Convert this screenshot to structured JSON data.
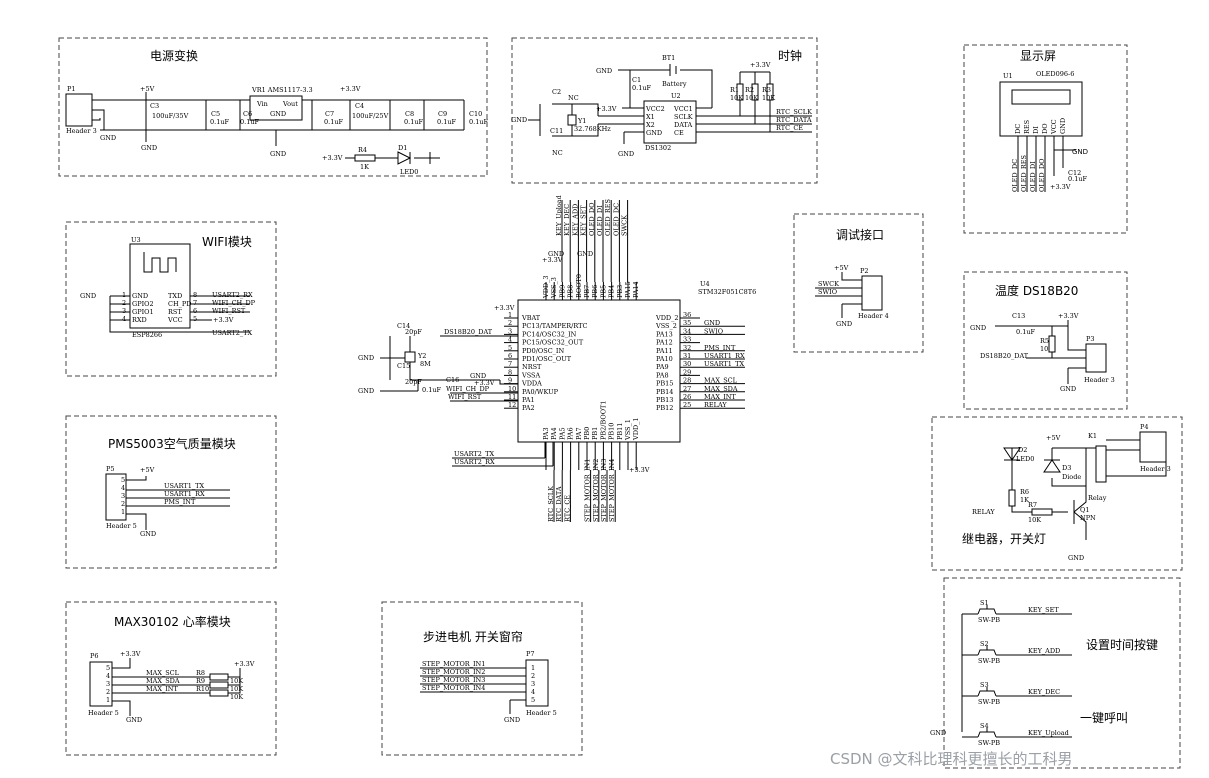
{
  "watermark": "CSDN @文科比理科更擅长的工科男",
  "sections": {
    "power": "电源变换",
    "clock": "时钟",
    "display": "显示屏",
    "wifi": "WIFI模块",
    "debug": "调试接口",
    "temp": "温度 DS18B20",
    "air": "PMS5003空气质量模块",
    "relay": "继电器，开关灯",
    "heart": "MAX30102 心率模块",
    "motor": "步进电机 开关窗帘",
    "keys_set": "设置时间按键",
    "keys_call": "一键呼叫"
  },
  "power": {
    "p1": "P1",
    "p1_type": "Header 3",
    "vr": "VR1  AMS1117-3.3",
    "vin": "Vin",
    "vout": "Vout",
    "gnd": "GND",
    "p5v": "+5V",
    "p33": "+3.3V",
    "c3": "C3",
    "c3v": "100uF/35V",
    "c5": "C5",
    "c6": "C6",
    "c7": "C7",
    "c4": "C4",
    "c4v": "100uF/25V",
    "c8": "C8",
    "c9": "C9",
    "c10": "C10",
    "cap": "0.1uF",
    "r4": "R4",
    "r4v": "1K",
    "d1": "D1",
    "led": "LED0"
  },
  "clock": {
    "bt": "BT1",
    "battery": "Battery",
    "c1": "C1",
    "c1v": "0.1uF",
    "u2": "U2",
    "chip": "DS1302",
    "p33": "+3.3V",
    "gnd": "GND",
    "c2": "C2",
    "c11": "C11",
    "nc": "NC",
    "y1": "Y1",
    "xtal": "32.768KHz",
    "vcc2": "VCC2",
    "x1": "X1",
    "x2": "X2",
    "gndp": "GND",
    "vcc1": "VCC1",
    "sclk": "SCLK",
    "data": "DATA",
    "ce": "CE",
    "r1": "R1",
    "r2": "R2",
    "r3": "R3",
    "rv": "10K",
    "rtc_sclk": "RTC_SCLK",
    "rtc_data": "RTC_DATA",
    "rtc_ce": "RTC_CE"
  },
  "display": {
    "u1": "U1",
    "model": "OLED096-6",
    "pins": [
      "DC",
      "RES",
      "DI",
      "DO",
      "VCC",
      "GND"
    ],
    "nets": [
      "OLED_DC",
      "OLED_RES",
      "OLED_DI",
      "OLED_DO"
    ],
    "c12": "C12",
    "c12v": "0.1uF",
    "gnd": "GND",
    "p33": "+3.3V"
  },
  "wifi": {
    "u3": "U3",
    "chip": "ESP8266",
    "gnd": "GND",
    "p33": "+3.3V",
    "left": [
      "GND",
      "GPIO2",
      "GPIO1",
      "RXD"
    ],
    "right": [
      "TXD",
      "CH_PD",
      "RST",
      "VCC"
    ],
    "nets": [
      "USART2_RX",
      "WIFI_CH_DP",
      "WIFI_RST"
    ],
    "usart2_tx": "USART2_TX"
  },
  "mcu": {
    "u4": "U4",
    "model": "STM32F051C8T6",
    "gnd": "GND",
    "p33": "+3.3V",
    "left_pins": [
      "VBAT",
      "PC13/TAMPER/RTC",
      "PC14/OSC32_IN",
      "PC15/OSC32_OUT",
      "PD0/OSC_IN",
      "PD1/OSC_OUT",
      "NRST",
      "VSSA",
      "VDDA",
      "PA0/WKUP",
      "PA1",
      "PA2"
    ],
    "right_pins": [
      "VDD_2",
      "VSS_2",
      "PA13",
      "PA12",
      "PA11",
      "PA10",
      "PA9",
      "PA8",
      "PB15",
      "PB14",
      "PB13",
      "PB12"
    ],
    "right_nums": [
      "36",
      "35",
      "34",
      "33",
      "32",
      "31",
      "30",
      "29",
      "28",
      "27",
      "26",
      "25"
    ],
    "right_nets": [
      "",
      "GND",
      "SWIO",
      "",
      "PMS_INT",
      "USART1_RX",
      "USART1_TX",
      "",
      "MAX_SCL",
      "MAX_SDA",
      "MAX_INT",
      "RELAY"
    ],
    "top_nets": [
      "KEY_Upload",
      "KEY_DEC",
      "KEY_ADD",
      "KEY_SET",
      "OLED_DO",
      "OLED_DI",
      "OLED_RES",
      "OLED_DC",
      "SWCK"
    ],
    "top_pins": [
      "VDD_3",
      "VSS_3",
      "PB9",
      "PB8",
      "BOOT0",
      "PB7",
      "PB6",
      "PB5",
      "PB4",
      "PB3",
      "PA15",
      "PA14"
    ],
    "bottom_pins": [
      "PA3",
      "PA4",
      "PA5",
      "PA6",
      "PA7",
      "PB0",
      "PB1",
      "PB2/BOOT1",
      "PB10",
      "PB11",
      "VSS_1",
      "VDD_1"
    ],
    "bottom_nets": [
      "RTC_SCLK",
      "RTC_DATA",
      "RTC_CE",
      "STEP_MOTOR_IN1",
      "STEP_MOTOR_IN2",
      "STEP_MOTOR_IN3",
      "STEP_MOTOR_IN4"
    ],
    "left_nets": [
      "DS18B20_DAT",
      "WIFI_CH_DP",
      "WIFI_RST",
      "USART2_TX",
      "USART2_RX"
    ],
    "c14": "C14",
    "c15": "C15",
    "c16": "C16",
    "y2": "Y2",
    "cv": "20pF",
    "xv": "8M",
    "c16v": "0.1uF"
  },
  "debug": {
    "p2": "P2",
    "type": "Header 4",
    "p5v": "+5V",
    "swck": "SWCK",
    "swio": "SWIO",
    "gnd": "GND"
  },
  "temp": {
    "c13": "C13",
    "c13v": "0.1uF",
    "r5": "R5",
    "r5v": "10K",
    "p3": "P3",
    "type": "Header 3",
    "net": "DS18B20_DAT",
    "gnd": "GND",
    "p33": "+3.3V"
  },
  "air": {
    "p5": "P5",
    "type": "Header 5",
    "p5v": "+5V",
    "nets": [
      "USART1_TX",
      "USART1_RX",
      "PMS_INT"
    ],
    "gnd": "GND"
  },
  "relay": {
    "k1": "K1",
    "relay": "Relay",
    "p4": "P4",
    "type": "Header 3",
    "d2": "D2",
    "led": "LED0",
    "d3": "D3",
    "diode": "Diode",
    "r6": "R6",
    "r6v": "1K",
    "r7": "R7",
    "r7v": "10K",
    "q1": "Q1",
    "npn": "NPN",
    "net": "RELAY",
    "p5v": "+5V",
    "gnd": "GND"
  },
  "heart": {
    "p6": "P6",
    "type": "Header 5",
    "p33": "+3.3V",
    "nets": [
      "MAX_SCL",
      "MAX_SDA",
      "MAX_INT"
    ],
    "r": [
      "R8",
      "R9",
      "R10"
    ],
    "rv": "10K",
    "gnd": "GND"
  },
  "motor": {
    "p7": "P7",
    "type": "Header 5",
    "nets": [
      "STEP_MOTOR_IN1",
      "STEP_MOTOR_IN2",
      "STEP_MOTOR_IN3",
      "STEP_MOTOR_IN4"
    ],
    "gnd": "GND"
  },
  "keys": {
    "sw": [
      "S1",
      "S2",
      "S3",
      "S4"
    ],
    "type": "SW-PB",
    "nets": [
      "KEY_SET",
      "KEY_ADD",
      "KEY_DEC",
      "KEY_Upload"
    ],
    "gnd": "GND"
  }
}
